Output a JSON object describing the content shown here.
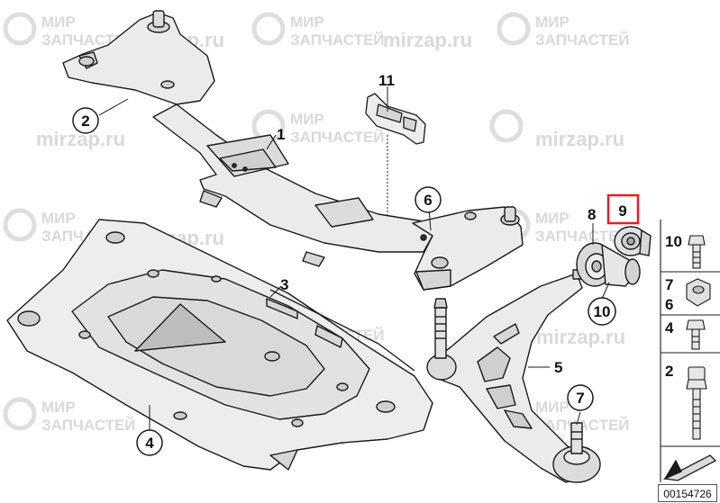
{
  "watermark": {
    "brand_line1": "МИР",
    "brand_line2": "ЗАПЧАСТЕЙ",
    "site": "mirzap.ru"
  },
  "callouts": {
    "c1": "1",
    "c2": "2",
    "c3": "3",
    "c4": "4",
    "c5": "5",
    "c6": "6",
    "c7": "7",
    "c8": "8",
    "c9": "9",
    "c10": "10",
    "c11": "11"
  },
  "legend": {
    "l10": "10",
    "l7": "7",
    "l6": "6",
    "l4": "4",
    "l2": "2"
  },
  "doc_number": "00154726",
  "colors": {
    "highlight": "#d9232a",
    "line": "#1a1a1a",
    "part_fill": "#e9e9e9",
    "part_fill_dark": "#cfcfcf",
    "watermark": "#d9d9d9"
  }
}
